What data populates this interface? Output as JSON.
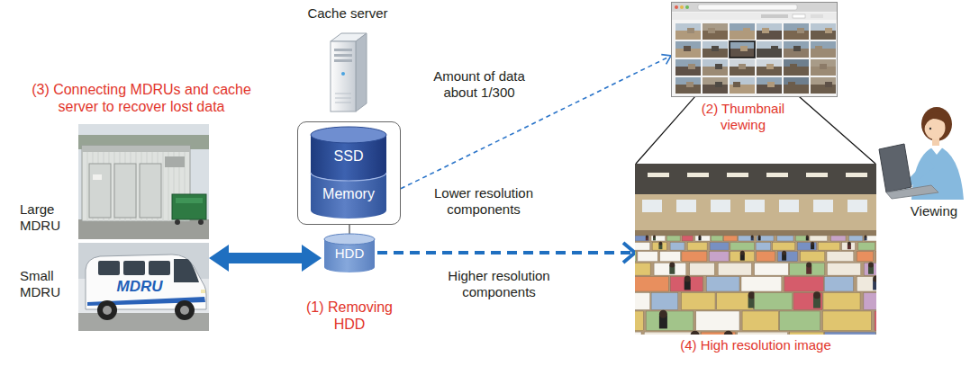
{
  "diagram": {
    "nodes": [
      {
        "text": [
          "Cache server"
        ]
      },
      {
        "text": [
          "Large MDRU"
        ]
      },
      {
        "text": [
          "Small MDRU"
        ]
      },
      {
        "text": [
          "SSD",
          "Memory"
        ]
      },
      {
        "text": [
          "HDD"
        ]
      },
      {
        "text": [
          "(2) Thumbnail viewing"
        ]
      },
      {
        "text": [
          "(4) High resolution image"
        ]
      }
    ],
    "edges": [
      {
        "from": 2,
        "to": 4,
        "arrow": "both"
      },
      {
        "from": 3,
        "to": 5,
        "arrow": "to"
      },
      {
        "from": 4,
        "to": 6,
        "arrow": "to"
      }
    ],
    "labels": [
      "(3) Connecting MDRUs and cache server to recover lost data",
      "MDRU",
      "Amount of data about 1/300",
      "Lower resolution components",
      "Higher resolution components",
      "(1) Removing HDD",
      "Viewing"
    ]
  }
}
